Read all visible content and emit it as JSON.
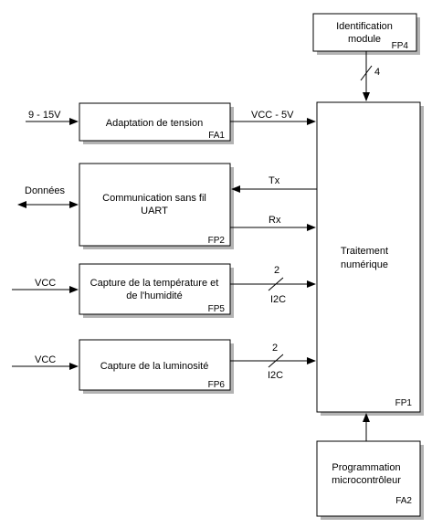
{
  "blocks": {
    "ident": {
      "line1": "Identification",
      "line2": "module",
      "tag": "FP4"
    },
    "adapt": {
      "label": "Adaptation de tension",
      "tag": "FA1"
    },
    "comm": {
      "line1": "Communication sans fil",
      "line2": "UART",
      "tag": "FP2"
    },
    "temp": {
      "line1": "Capture de la température et",
      "line2": "de l'humidité",
      "tag": "FP5"
    },
    "lum": {
      "label": "Capture de la luminosité",
      "tag": "FP6"
    },
    "trait": {
      "line1": "Traitement",
      "line2": "numérique",
      "tag": "FP1"
    },
    "prog": {
      "line1": "Programmation",
      "line2": "microcontrôleur",
      "tag": "FA2"
    }
  },
  "signals": {
    "bus_ident": "4",
    "input_voltage": "9 - 15V",
    "vcc_5v": "VCC - 5V",
    "donnees": "Données",
    "tx": "Tx",
    "rx": "Rx",
    "vcc_temp": "VCC",
    "bus_temp_width": "2",
    "bus_temp_name": "I2C",
    "vcc_lum": "VCC",
    "bus_lum_width": "2",
    "bus_lum_name": "I2C"
  }
}
